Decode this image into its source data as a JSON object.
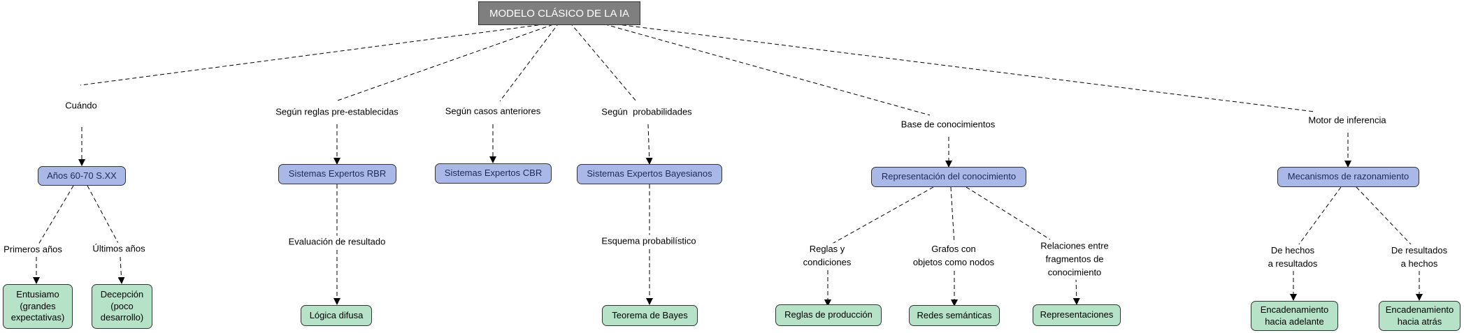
{
  "root": "MODELO CLÁSICO DE LA IA",
  "branches": {
    "cuando": "Cuándo",
    "rbr": "Según reglas pre-establecidas",
    "cbr": "Según casos anteriores",
    "bayes": "Según  probabilidades",
    "base": "Base de conocimientos",
    "motor": "Motor de inferencia"
  },
  "nodes": {
    "anios": "Años 60-70 S.XX",
    "rbr": "Sistemas Expertos RBR",
    "cbr": "Sistemas Expertos CBR",
    "bayes": "Sistemas Expertos Bayesianos",
    "repr": "Representación del conocimiento",
    "mecanismos": "Mecanismos de razonamiento",
    "entusiasmo": "Entusiamo\n(grandes\nexpectativas)",
    "decepcion": "Decepción\n(poco\ndesarrollo)",
    "logica": "Lógica difusa",
    "teorema": "Teorema de Bayes",
    "reglas": "Reglas de producción",
    "redes": "Redes semánticas",
    "representaciones": "Representaciones",
    "adelante": "Encadenamiento\nhacia adelante",
    "atras": "Encadenamiento\nhacia atrás"
  },
  "edge_labels": {
    "primeros": "Primeros años",
    "ultimos": "Últimos años",
    "evaluacion": "Evaluación de resultado",
    "esquema": "Esquema probabilístico",
    "reglas_cond": "Reglas y\ncondiciones",
    "grafos": "Grafos con\nobjetos como nodos",
    "relaciones": "Relaciones entre\nfragmentos de\nconocimiento",
    "hechos": "De hechos\na resultados",
    "resultados": "De resultados\na hechos"
  },
  "colors": {
    "root_fill": "#7f7f7f",
    "concept_fill": "#a9b8e6",
    "leaf_fill": "#b6e3c8",
    "line": "#000000"
  }
}
